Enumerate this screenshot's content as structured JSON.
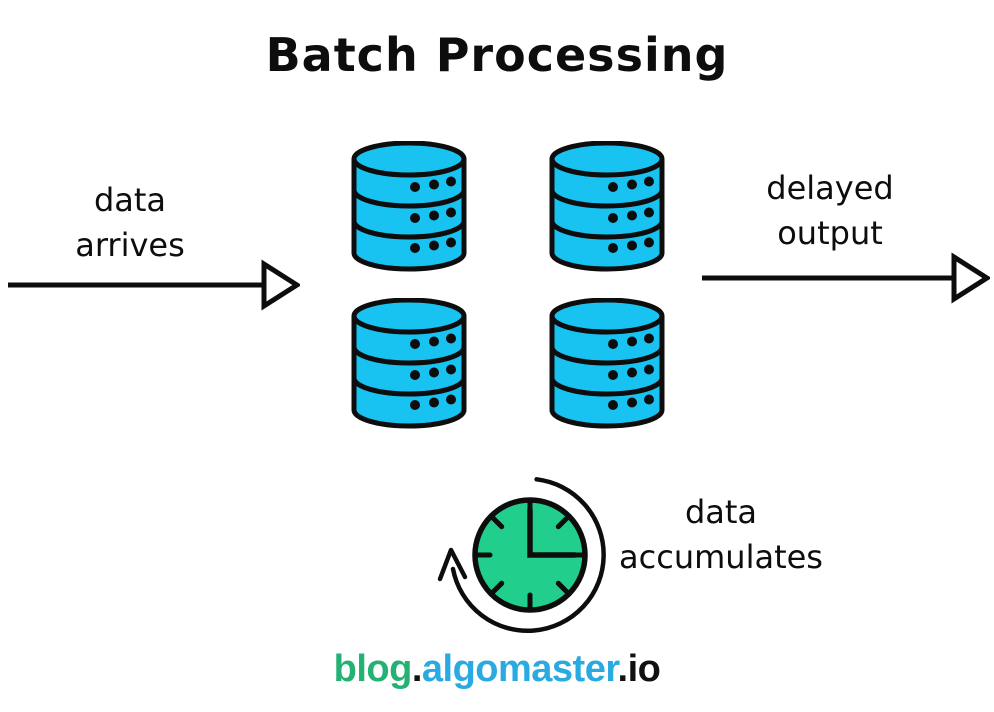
{
  "title": "Batch Processing",
  "input_label": {
    "line1": "data",
    "line2": "arrives"
  },
  "output_label": {
    "line1": "delayed",
    "line2": "output"
  },
  "accumulate_label": {
    "line1": "data",
    "line2": "accumulates"
  },
  "footer": {
    "blog": "blog",
    "dot1": ".",
    "domain": "algomaster",
    "dot2": ".",
    "tld": "io"
  },
  "diagram": {
    "database_count": 4,
    "database_grid": "2x2",
    "flow": [
      "data arrives",
      "batch of databases",
      "delayed output"
    ],
    "clock_note": "data accumulates while waiting (clock with circular arrow)"
  },
  "icons": {
    "database": "database-cylinder-icon",
    "clock": "clock-icon",
    "circular_arrow": "circular-refresh-arrow-icon",
    "input_arrow": "right-arrow-icon",
    "output_arrow": "right-arrow-icon"
  },
  "colors": {
    "background": "#FFFFFF",
    "ink": "#0D0D0D",
    "database_fill": "#18C3F2",
    "clock_fill": "#21CE8C",
    "footer_blog": "#23B273",
    "footer_domain": "#29ABE2",
    "footer_tld": "#111111"
  }
}
